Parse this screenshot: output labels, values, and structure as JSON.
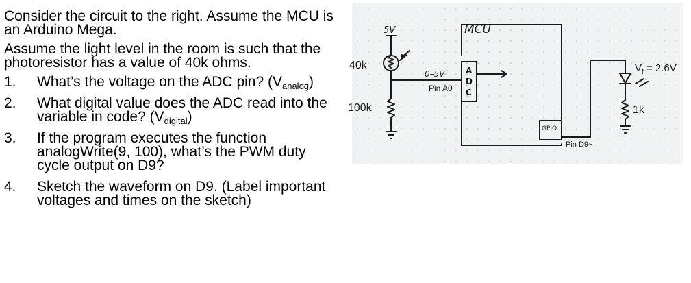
{
  "question": {
    "intro1": "Consider the circuit to the right. Assume the MCU is an Arduino Mega.",
    "intro2": "Assume the light level in the room is such that the photoresistor has a value of 40k ohms.",
    "items": [
      {
        "num": "1.",
        "text": "What’s the voltage on the ADC pin? (V",
        "sub": "analog",
        "after": ")"
      },
      {
        "num": "2.",
        "text": "What digital value does the ADC read into the variable in code? (V",
        "sub": "digital",
        "after": ")"
      },
      {
        "num": "3.",
        "text": "If the program executes the function analogWrite(9, 100), what’s the PWM duty cycle output on D9?",
        "sub": "",
        "after": ""
      },
      {
        "num": "4.",
        "text": "Sketch the waveform on D9. (Label important voltages and times on the sketch)",
        "sub": "",
        "after": ""
      }
    ]
  },
  "diagram": {
    "supply": "5V",
    "mcu_label": "MCU",
    "r1": "40k",
    "r2": "100k",
    "range": "0–5V",
    "pin_a0": "Pin A0",
    "adc_letters": [
      "A",
      "D",
      "C"
    ],
    "gpio": "GPIO",
    "pin_d9": "Pin D9~",
    "vf": "V",
    "vf_sub": "f",
    "vf_value": " = 2.6V",
    "r3": "1k"
  }
}
